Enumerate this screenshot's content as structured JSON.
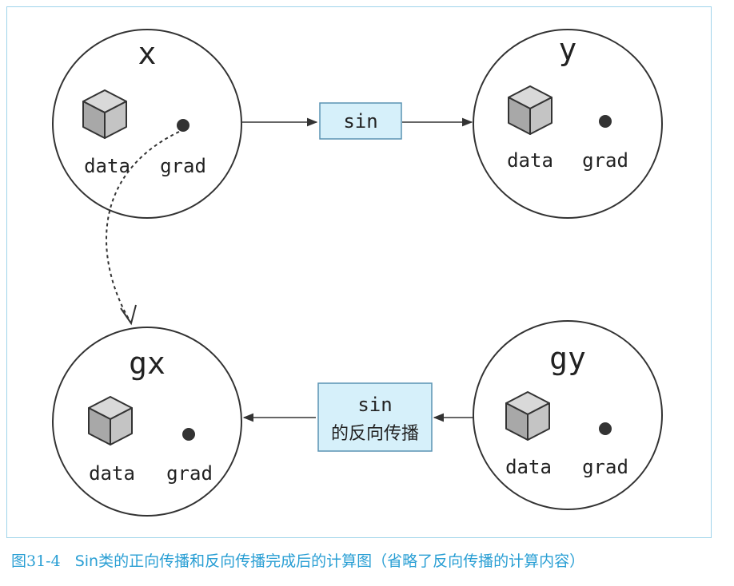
{
  "diagram": {
    "nodes": {
      "x": {
        "title": "x",
        "data_label": "data",
        "grad_label": "grad"
      },
      "y": {
        "title": "y",
        "data_label": "data",
        "grad_label": "grad"
      },
      "gx": {
        "title": "gx",
        "data_label": "data",
        "grad_label": "grad"
      },
      "gy": {
        "title": "gy",
        "data_label": "data",
        "grad_label": "grad"
      }
    },
    "forward_func": {
      "label": "sin"
    },
    "backward_func": {
      "label": "sin",
      "sublabel": "的反向传播"
    }
  },
  "caption": {
    "figure_number": "图31-4",
    "text": "Sin类的正向传播和反向传播完成后的计算图（省略了反向传播的计算内容）"
  },
  "colors": {
    "frame": "#9fd4ea",
    "func_box_fill": "#d6f0fa",
    "func_box_stroke": "#5a93b3",
    "caption": "#2a9fd4",
    "stroke": "#333333"
  }
}
